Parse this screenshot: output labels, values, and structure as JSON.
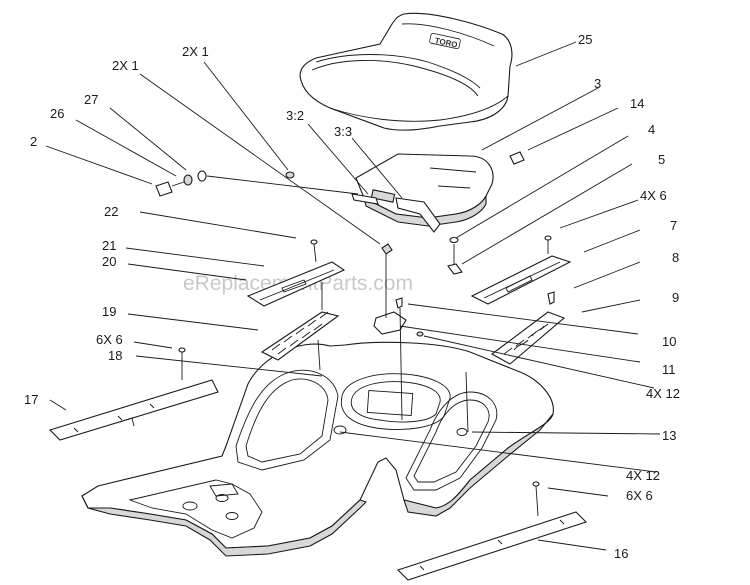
{
  "watermark": "eReplacementParts.com",
  "seat_logo": "TORO",
  "callouts": {
    "c25": "25",
    "c3": "3",
    "c14": "14",
    "c2x1a": "2X 1",
    "c2x1b": "2X 1",
    "c27": "27",
    "c26": "26",
    "c2": "2",
    "c32": "3:2",
    "c33": "3:3",
    "c4": "4",
    "c5": "5",
    "c4x6": "4X 6",
    "c7": "7",
    "c22": "22",
    "c21": "21",
    "c20": "20",
    "c8": "8",
    "c9": "9",
    "c19": "19",
    "c10": "10",
    "c6x6a": "6X 6",
    "c18": "18",
    "c11": "11",
    "c4x12a": "4X 12",
    "c17": "17",
    "c13": "13",
    "c4x12b": "4X 12",
    "c6x6b": "6X 6",
    "c16": "16"
  }
}
